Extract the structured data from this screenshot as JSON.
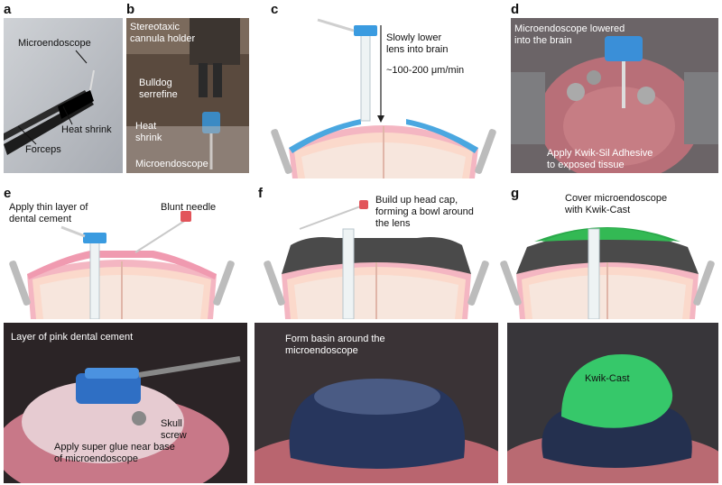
{
  "panels": {
    "a": {
      "letter": "a",
      "labels": {
        "microendoscope": "Microendoscope",
        "heat_shrink": "Heat shrink",
        "forceps": "Forceps"
      }
    },
    "b": {
      "letter": "b",
      "labels": {
        "holder": "Stereotaxic\ncannula holder",
        "serrefine": "Bulldog\nserrefine",
        "heat_shrink": "Heat\nshrink",
        "microendoscope": "Microendoscope"
      }
    },
    "c": {
      "letter": "c",
      "labels": {
        "lower": "Slowly lower\nlens into brain",
        "rate": "~100-200 μm/min"
      }
    },
    "d": {
      "letter": "d",
      "labels": {
        "lowered": "Microendoscope lowered\ninto the brain",
        "adhesive": "Apply Kwik-Sil Adhesive\nto exposed tissue"
      }
    },
    "e": {
      "letter": "e",
      "labels": {
        "thin_layer": "Apply thin layer of\ndental cement",
        "blunt": "Blunt needle",
        "pink_layer": "Layer of pink dental cement",
        "skull_screw": "Skull\nscrew",
        "super_glue": "Apply super glue near base\nof microendoscope"
      }
    },
    "f": {
      "letter": "f",
      "labels": {
        "head_cap": "Build up head cap,\nforming a bowl around\nthe lens",
        "basin": "Form basin around the\nmicroendoscope"
      }
    },
    "g": {
      "letter": "g",
      "labels": {
        "cover": "Cover microendoscope\nwith Kwik-Cast",
        "kwik_cast": "Kwik-Cast"
      }
    }
  },
  "colors": {
    "skull_pink": "#f5b7c2",
    "brain": "#f9d9c9",
    "cement_pink": "#f09ab0",
    "cement_dark": "#4a4a4a",
    "kwik_cast": "#2aa94a",
    "silicone_blue": "#4aa7e0",
    "needle_red": "#e2545a"
  }
}
